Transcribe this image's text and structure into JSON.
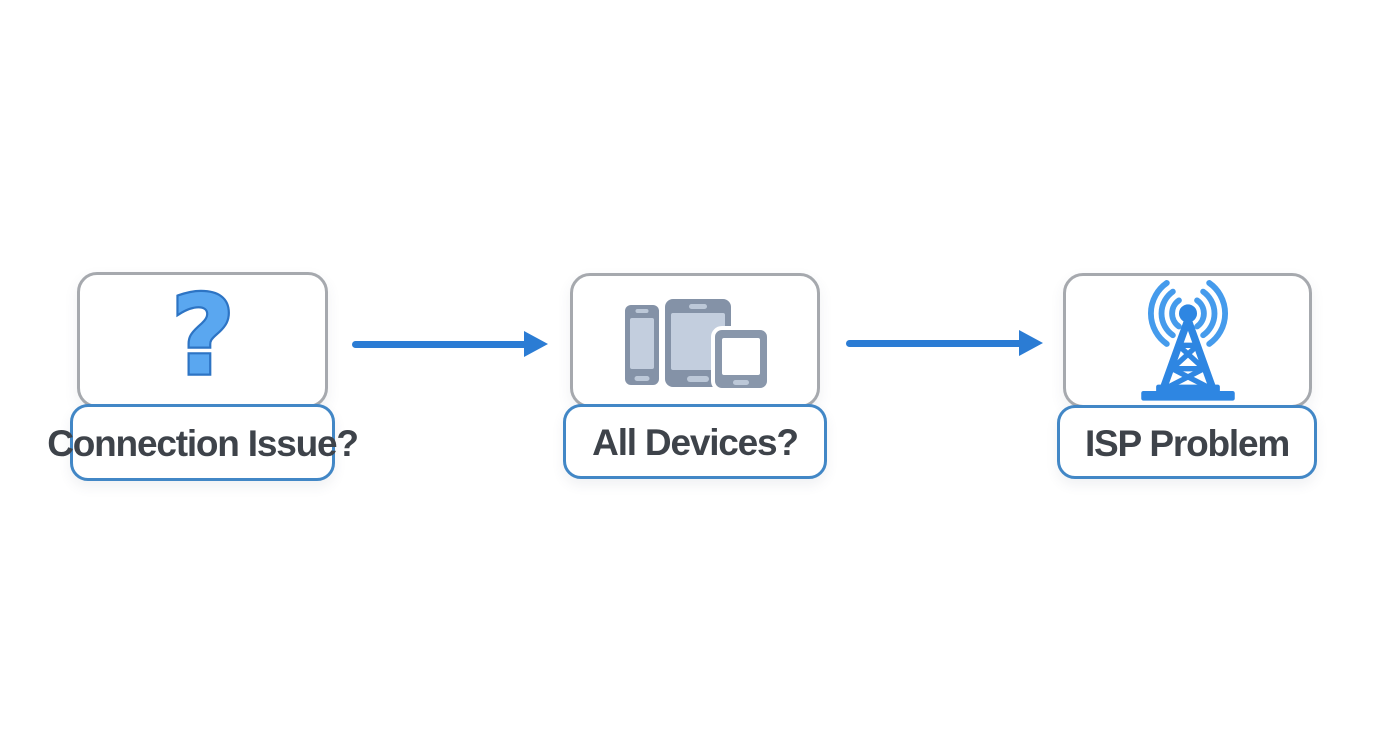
{
  "diagram": {
    "type": "flowchart",
    "background": "#ffffff",
    "nodes": [
      {
        "id": "connection-issue",
        "label": "Connection Issue?",
        "icon": "question-mark-icon"
      },
      {
        "id": "all-devices",
        "label": "All Devices?",
        "icon": "devices-icon"
      },
      {
        "id": "isp-problem",
        "label": "ISP Problem",
        "icon": "radio-tower-icon"
      }
    ],
    "connectors": [
      {
        "from": "connection-issue",
        "to": "all-devices",
        "style": "solid-arrow-right"
      },
      {
        "from": "all-devices",
        "to": "isp-problem",
        "style": "solid-arrow-right"
      }
    ],
    "icons": {
      "question_glyph": "?"
    },
    "colors": {
      "arrow_blue": "#2b7cd4",
      "icon_box_border_gray": "#a6a9ae",
      "label_box_border_blue": "#4287c6",
      "label_text": "#3e434a",
      "question_mark_fill": "#5aa7f0",
      "question_mark_outline": "#2d74c4",
      "tower_blue": "#2e86e2",
      "wave_blue": "#459bec",
      "device_body_gray": "#8492a7",
      "device_screen_bluegray": "#c3cede",
      "device_screen_white": "#ffffff"
    }
  }
}
